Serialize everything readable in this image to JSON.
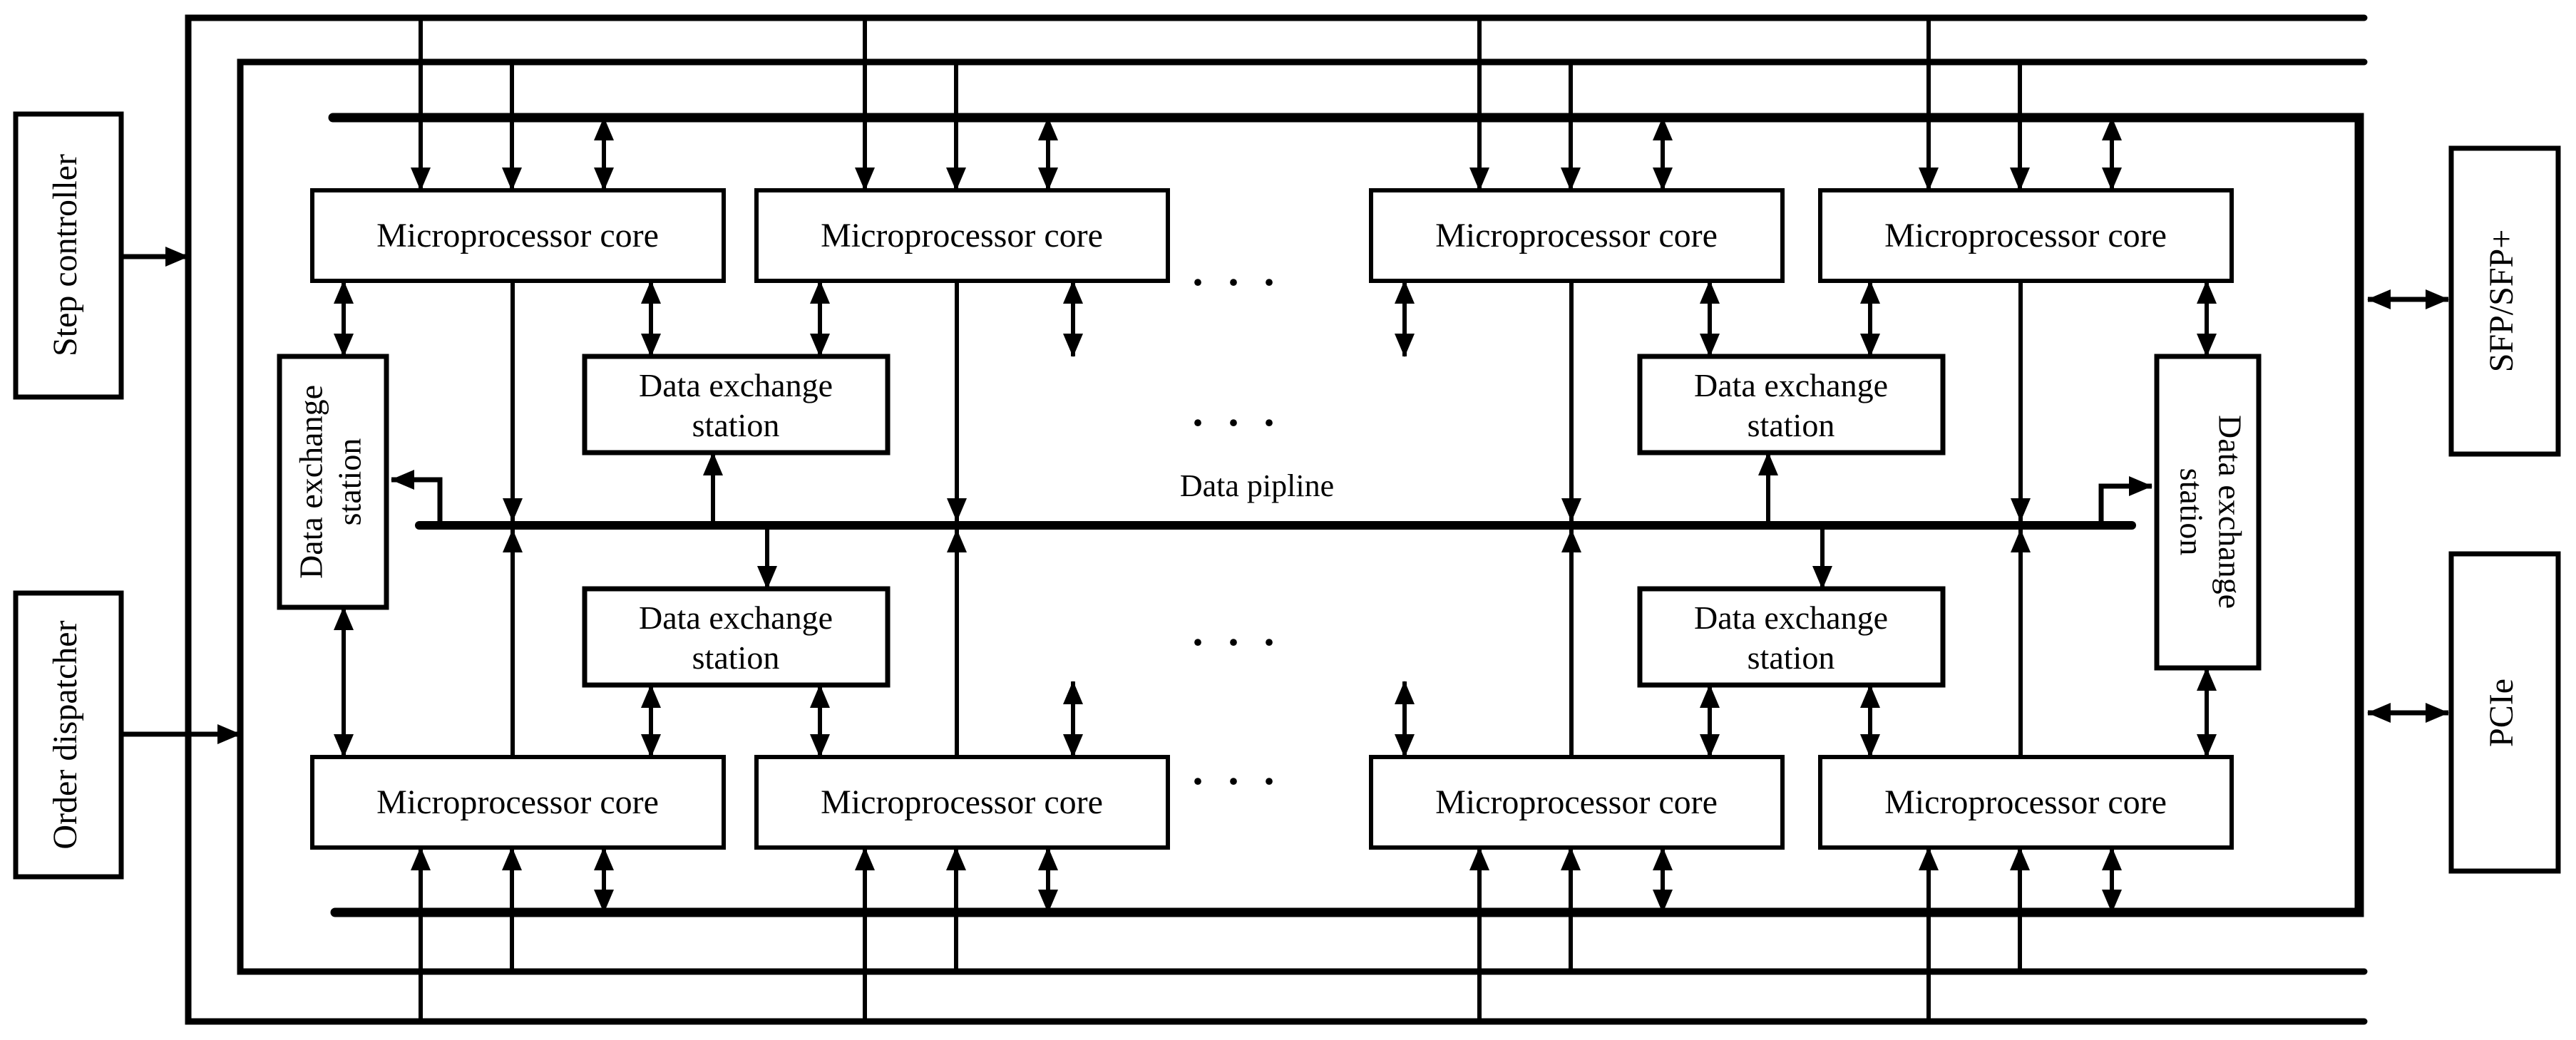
{
  "diagram": {
    "bus": {
      "label": "Data pipline"
    },
    "ellipsis": ". . .",
    "io_left": [
      {
        "label": "Step controller"
      },
      {
        "label": "Order dispatcher"
      }
    ],
    "io_right": [
      {
        "label": "SFP/SFP+"
      },
      {
        "label": "PCIe"
      }
    ],
    "core_label": "Microprocessor core",
    "station_label": {
      "line1": "Data exchange",
      "line2": "station"
    },
    "colors": {
      "ink": "#000000",
      "paper": "#ffffff"
    }
  }
}
